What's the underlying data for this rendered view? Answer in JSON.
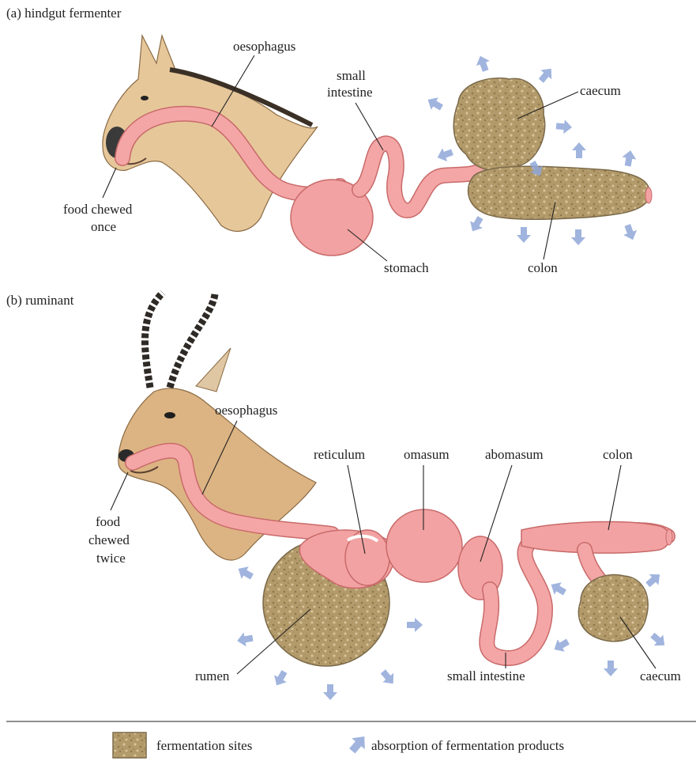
{
  "panel_a": {
    "heading": "(a) hindgut fermenter",
    "labels": {
      "oesophagus": "oesophagus",
      "small_intestine_1": "small",
      "small_intestine_2": "intestine",
      "caecum": "caecum",
      "food_1": "food chewed",
      "food_2": "once",
      "stomach": "stomach",
      "colon": "colon"
    }
  },
  "panel_b": {
    "heading": "(b) ruminant",
    "labels": {
      "oesophagus": "oesophagus",
      "reticulum": "reticulum",
      "omasum": "omasum",
      "abomasum": "abomasum",
      "colon": "colon",
      "food_1": "food",
      "food_2": "chewed",
      "food_3": "twice",
      "rumen": "rumen",
      "small_intestine": "small intestine",
      "caecum": "caecum"
    }
  },
  "legend": {
    "fermentation": "fermentation sites",
    "absorption": "absorption of fermentation products"
  },
  "colors": {
    "gut": "#f2a2a2",
    "fermentation": "#b49a68",
    "arrow": "#8fa7d8"
  }
}
